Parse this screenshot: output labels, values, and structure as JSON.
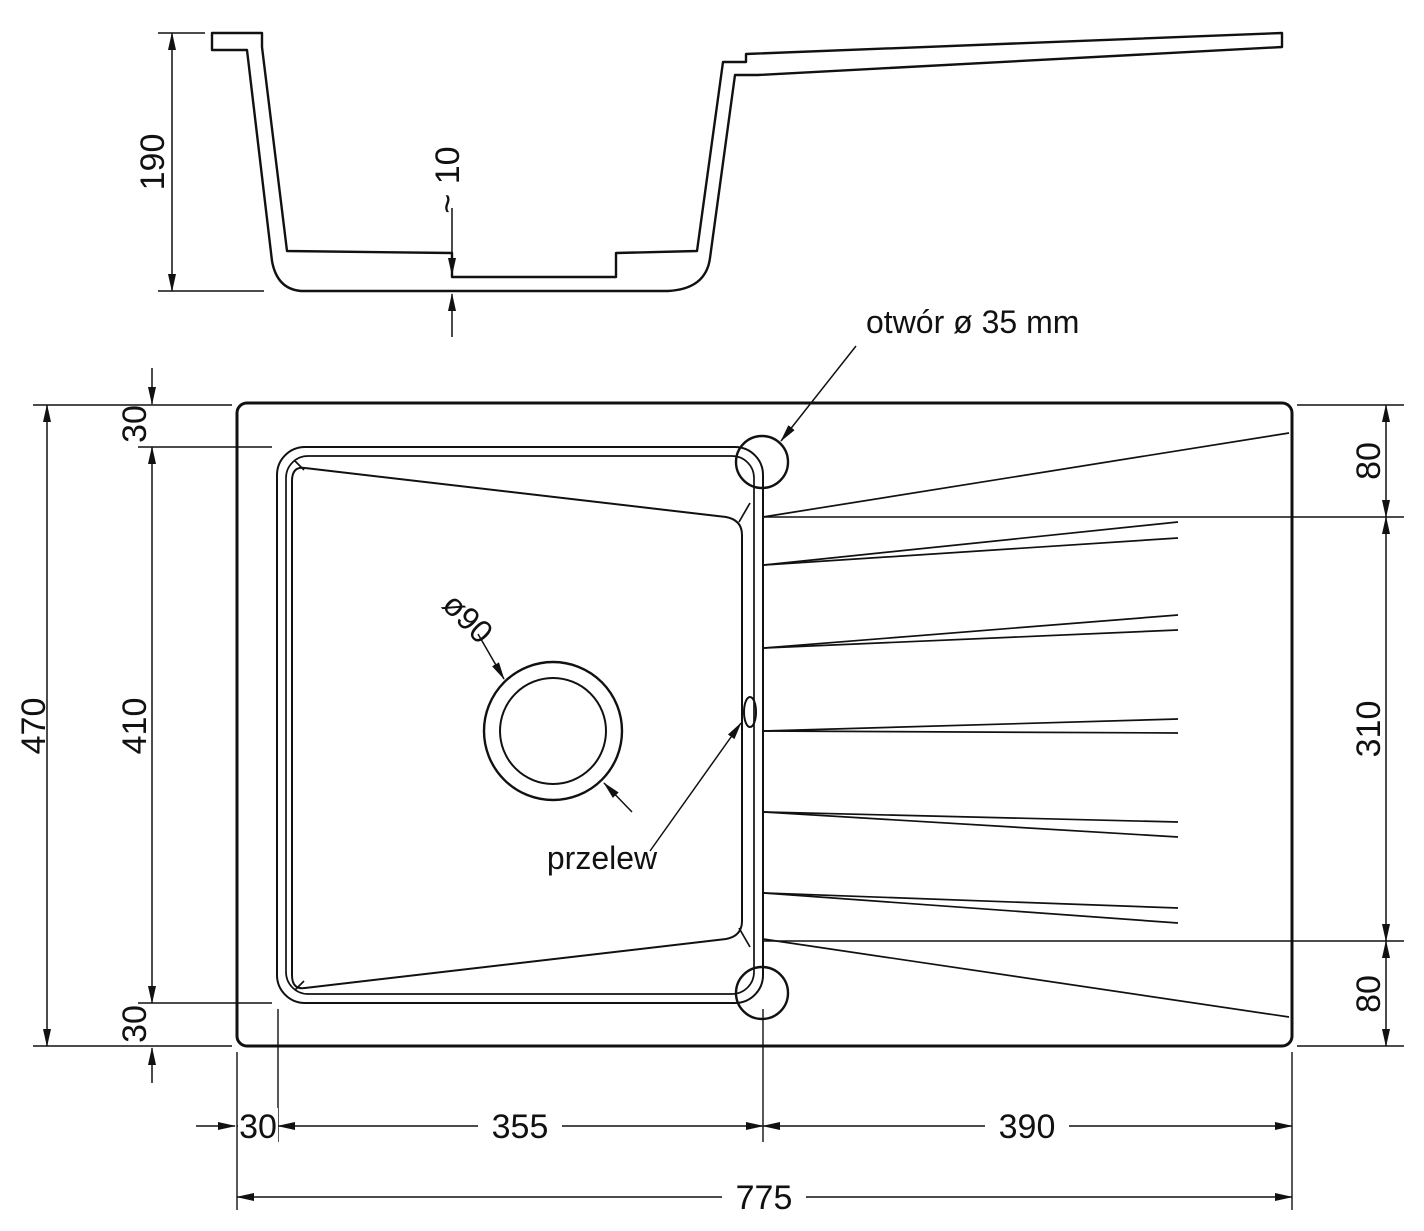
{
  "section": {
    "depth": "190",
    "bottom_thickness": "~ 10"
  },
  "plan": {
    "tap_hole": "otwór ø 35 mm",
    "drain_diameter": "ø90",
    "overflow": "przelew"
  },
  "dims": {
    "overall_height": "470",
    "basin_height": "410",
    "margin_top": "30",
    "margin_bottom": "30",
    "right_top": "80",
    "right_middle": "310",
    "right_bottom": "80",
    "margin_left": "30",
    "basin_width": "355",
    "drainer_width": "390",
    "overall_width": "775"
  },
  "colors": {
    "ink": "#111111",
    "background": "#ffffff"
  }
}
